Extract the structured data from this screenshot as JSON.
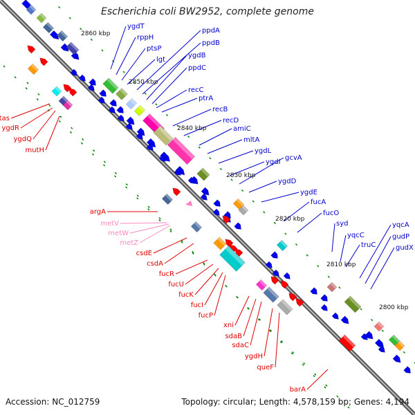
{
  "title": "Escherichia coli BW2952, complete genome",
  "accession": "Accession: NC_012759",
  "topology": "Topology: circular; Length: 4,578,159 bp; Genes: 4,194",
  "colors": {
    "backbone": "#808080",
    "forward_gene": "#0000ee",
    "reverse_gene": "#ff0000",
    "trna_gene": "#ff80c0",
    "label_forward": "#0000cc",
    "label_reverse": "#dd0000",
    "label_trna": "#ff88c0",
    "tick": "#008000"
  },
  "scale_labels": [
    "2860 kbp",
    "2850 kbp",
    "2840 kbp",
    "2830 kbp",
    "2820 kbp",
    "2810 kbp",
    "2800 kbp"
  ],
  "forward_genes": [
    "ygdT",
    "rppH",
    "ptsP",
    "lgt",
    "ppdA",
    "ppdB",
    "ygdB",
    "ppdC",
    "recC",
    "ptrA",
    "recB",
    "recD",
    "amiC",
    "mltA",
    "ygdL",
    "ygdI",
    "gcvA",
    "ygdD",
    "ygdE",
    "fucA",
    "fucO",
    "syd",
    "yqcC",
    "truC",
    "yqcA",
    "gudP",
    "gudX"
  ],
  "reverse_genes": [
    "tas",
    "ygdR",
    "ygdQ",
    "mutH",
    "argA",
    "csdE",
    "csdA",
    "fucR",
    "fucU",
    "fucK",
    "fucI",
    "fucP",
    "xni",
    "sdaB",
    "sdaC",
    "ygdH",
    "queF",
    "barA"
  ],
  "trna_genes": [
    "metV",
    "metW",
    "metZ"
  ]
}
